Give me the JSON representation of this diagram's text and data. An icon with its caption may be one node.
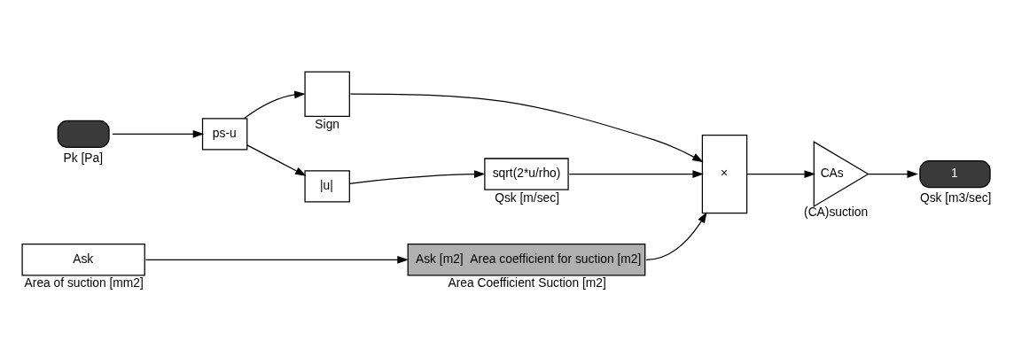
{
  "diagram": {
    "nodes": [
      {
        "text": [],
        "shape": "box",
        "beside": [
          "Pk [Pa]"
        ]
      },
      {
        "text": [
          "ps-u"
        ]
      },
      {
        "text": [],
        "shape": "box",
        "beside": [
          "Sign"
        ]
      },
      {
        "text": [
          "|u|"
        ]
      },
      {
        "text": [
          "sqrt(2*u/rho)"
        ],
        "beside": [
          "Qsk [m/sec]"
        ]
      },
      {
        "text": [
          "×"
        ]
      },
      {
        "text": [
          "CAs"
        ],
        "beside": [
          "(CA)suction"
        ]
      },
      {
        "text": [
          "1"
        ],
        "beside": [
          "Qsk [m3/sec]"
        ]
      },
      {
        "text": [
          "Ask"
        ],
        "beside": [
          "Area of suction [mm2]"
        ]
      },
      {
        "text": [
          "Ask [m2]",
          "Area coefficient for suction [m2]"
        ],
        "beside": [
          "Area Coefficient Suction [m2]"
        ]
      }
    ],
    "edges": [
      {
        "from": 0,
        "to": 1,
        "arrow": "to"
      },
      {
        "from": 1,
        "to": 2,
        "arrow": "to"
      },
      {
        "from": 1,
        "to": 3,
        "arrow": "to"
      },
      {
        "from": 3,
        "to": 4,
        "arrow": "to"
      },
      {
        "from": 2,
        "to": 5,
        "arrow": "to"
      },
      {
        "from": 4,
        "to": 5,
        "arrow": "to"
      },
      {
        "from": 9,
        "to": 5,
        "arrow": "to"
      },
      {
        "from": 5,
        "to": 6,
        "arrow": "to"
      },
      {
        "from": 6,
        "to": 7,
        "arrow": "to"
      },
      {
        "from": 8,
        "to": 9,
        "arrow": "to"
      }
    ]
  }
}
